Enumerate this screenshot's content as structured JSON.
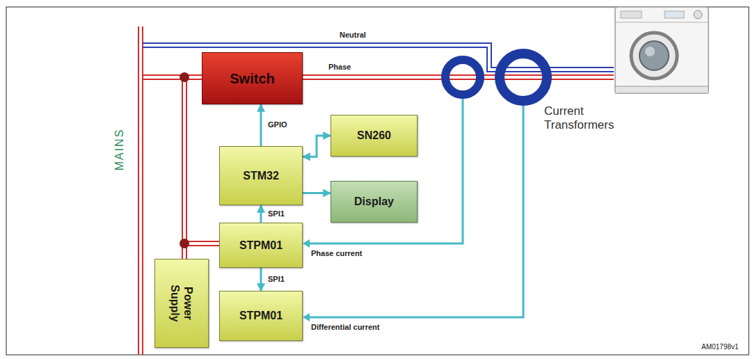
{
  "diagram": {
    "nodes": [
      {
        "text": [
          "Switch"
        ]
      },
      {
        "text": [
          "SN260"
        ]
      },
      {
        "text": [
          "STM32"
        ]
      },
      {
        "text": [
          "Display"
        ]
      },
      {
        "text": [
          "STPM01"
        ]
      },
      {
        "text": [
          "Power Supply"
        ]
      },
      {
        "text": [
          "STPM01"
        ]
      }
    ],
    "edges": [
      {
        "from": 2,
        "to": 0,
        "arrow": "to",
        "label": "GPIO"
      },
      {
        "from": 2,
        "to": 1,
        "arrow": "both"
      },
      {
        "from": 2,
        "to": 3,
        "arrow": "to"
      },
      {
        "from": 4,
        "to": 2,
        "arrow": "to",
        "label": "SPI1"
      },
      {
        "from": 4,
        "to": 6,
        "arrow": "to",
        "label": "SPI1"
      }
    ],
    "labels": [
      "MAINS",
      "Neutral",
      "Phase",
      "Current Transformers",
      "Phase current",
      "Differential current",
      "AM01798v1"
    ]
  }
}
